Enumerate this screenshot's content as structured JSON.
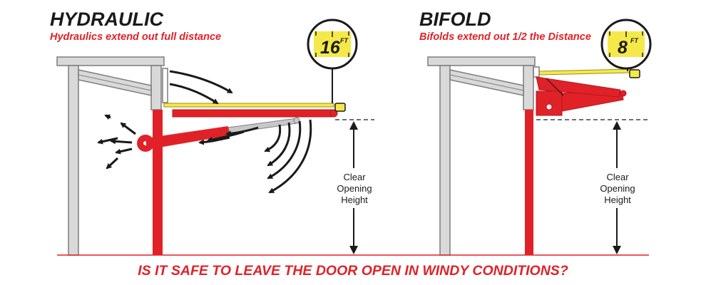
{
  "hydraulic": {
    "title": "HYDRAULIC",
    "subtitle": "Hydraulics extend out full distance",
    "badge": {
      "value": "16",
      "unit": "FT"
    },
    "clear_label": [
      "Clear",
      "Opening",
      "Height"
    ]
  },
  "bifold": {
    "title": "BIFOLD",
    "subtitle": "Bifolds extend out 1/2 the Distance",
    "badge": {
      "value": "8",
      "unit": "FT"
    },
    "clear_label": [
      "Clear",
      "Opening",
      "Height"
    ]
  },
  "question": "IS IT SAFE TO LEAVE THE DOOR OPEN IN WINDY CONDITIONS?",
  "colors": {
    "red": "#e02228",
    "dark_red": "#b5161c",
    "gray": "#cfcfcf",
    "gray_dark": "#8a8a8a",
    "yellow": "#f5e94a",
    "text": "#1a1a1a"
  }
}
